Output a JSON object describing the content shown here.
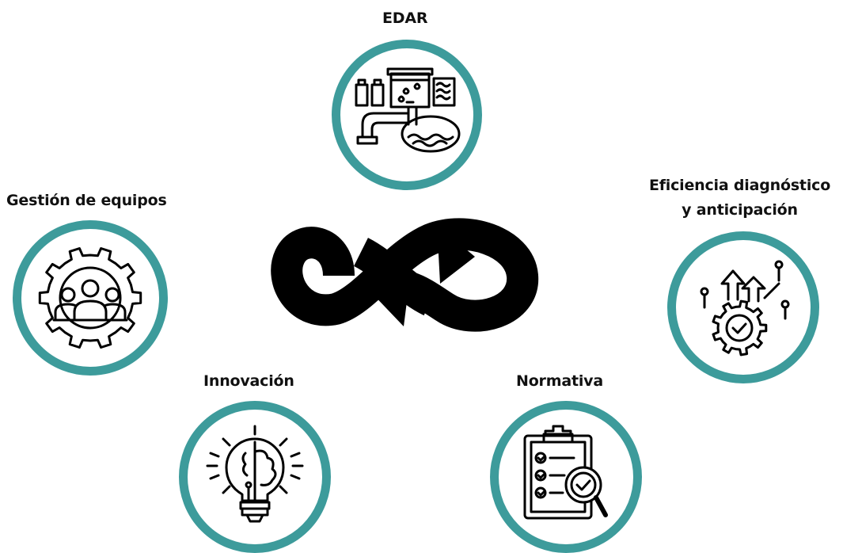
{
  "theme": {
    "ring_color": "#3d9b9b",
    "ink_color": "#000000"
  },
  "nodes": {
    "edar": {
      "label": "EDAR",
      "icon": "wastewater-treatment-plant-icon"
    },
    "eficiencia": {
      "label_line1": "Eficiencia diagnóstico",
      "label_line2": "y anticipación",
      "icon": "gear-growth-check-icon"
    },
    "normativa": {
      "label": "Normativa",
      "icon": "checklist-magnifier-icon"
    },
    "innovacion": {
      "label": "Innovación",
      "icon": "lightbulb-brain-icon"
    },
    "gestion": {
      "label": "Gestión de equipos",
      "icon": "team-gear-icon"
    }
  },
  "center": {
    "icon": "infinity-loop-arrows-icon"
  }
}
